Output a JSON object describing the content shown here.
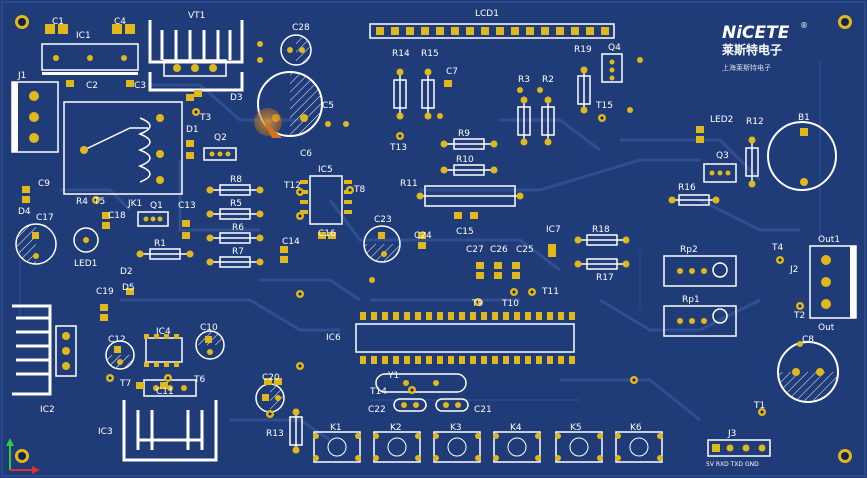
{
  "logo": {
    "brand": "NiCETE",
    "registered": "®",
    "cn_name": "莱斯特电子",
    "subtitle": "上海莱斯特电子"
  },
  "colors": {
    "board": "#1f3b78",
    "board_edge": "#2a4a8c",
    "trace": "#3c5d9d",
    "silk": "#ffffff",
    "pad": "#e0b81c",
    "hole": "#1a2d5c",
    "highlight": "#d9912a"
  },
  "labels": [
    {
      "id": "c1",
      "text": "C1"
    },
    {
      "id": "c4",
      "text": "C4"
    },
    {
      "id": "ic1",
      "text": "IC1"
    },
    {
      "id": "vt1",
      "text": "VT1"
    },
    {
      "id": "c28",
      "text": "C28"
    },
    {
      "id": "lcd1",
      "text": "LCD1"
    },
    {
      "id": "j1",
      "text": "J1"
    },
    {
      "id": "c2",
      "text": "C2"
    },
    {
      "id": "c3",
      "text": "C3"
    },
    {
      "id": "d3",
      "text": "D3"
    },
    {
      "id": "t3",
      "text": "T3"
    },
    {
      "id": "c5",
      "text": "C5"
    },
    {
      "id": "d1",
      "text": "D1"
    },
    {
      "id": "q2",
      "text": "Q2"
    },
    {
      "id": "c6",
      "text": "C6"
    },
    {
      "id": "r14",
      "text": "R14"
    },
    {
      "id": "r15",
      "text": "R15"
    },
    {
      "id": "c7",
      "text": "C7"
    },
    {
      "id": "r19",
      "text": "R19"
    },
    {
      "id": "q4",
      "text": "Q4"
    },
    {
      "id": "r3",
      "text": "R3"
    },
    {
      "id": "r2",
      "text": "R2"
    },
    {
      "id": "t15",
      "text": "T15"
    },
    {
      "id": "led2",
      "text": "LED2"
    },
    {
      "id": "r12",
      "text": "R12"
    },
    {
      "id": "b1",
      "text": "B1"
    },
    {
      "id": "t13",
      "text": "T13"
    },
    {
      "id": "r9",
      "text": "R9"
    },
    {
      "id": "r10",
      "text": "R10"
    },
    {
      "id": "q3",
      "text": "Q3"
    },
    {
      "id": "c9",
      "text": "C9"
    },
    {
      "id": "d4",
      "text": "D4"
    },
    {
      "id": "r8",
      "text": "R8"
    },
    {
      "id": "ic5",
      "text": "IC5"
    },
    {
      "id": "t12",
      "text": "T12"
    },
    {
      "id": "t8",
      "text": "T8"
    },
    {
      "id": "r11",
      "text": "R11"
    },
    {
      "id": "r16",
      "text": "R16"
    },
    {
      "id": "c17",
      "text": "C17"
    },
    {
      "id": "r4",
      "text": "R4"
    },
    {
      "id": "t5",
      "text": "T5"
    },
    {
      "id": "c18",
      "text": "C18"
    },
    {
      "id": "c13",
      "text": "C13"
    },
    {
      "id": "r5",
      "text": "R5"
    },
    {
      "id": "jk1",
      "text": "JK1"
    },
    {
      "id": "q1",
      "text": "Q1"
    },
    {
      "id": "c16",
      "text": "C16"
    },
    {
      "id": "c23",
      "text": "C23"
    },
    {
      "id": "c15",
      "text": "C15"
    },
    {
      "id": "c24",
      "text": "C24"
    },
    {
      "id": "ic7",
      "text": "IC7"
    },
    {
      "id": "r18",
      "text": "R18"
    },
    {
      "id": "rp2",
      "text": "Rp2"
    },
    {
      "id": "t4",
      "text": "T4"
    },
    {
      "id": "out1",
      "text": "Out1"
    },
    {
      "id": "r6",
      "text": "R6"
    },
    {
      "id": "c14",
      "text": "C14"
    },
    {
      "id": "led1",
      "text": "LED1"
    },
    {
      "id": "r1",
      "text": "R1"
    },
    {
      "id": "r7",
      "text": "R7"
    },
    {
      "id": "c27",
      "text": "C27"
    },
    {
      "id": "c26",
      "text": "C26"
    },
    {
      "id": "c25",
      "text": "C25"
    },
    {
      "id": "j2",
      "text": "J2"
    },
    {
      "id": "d2",
      "text": "D2"
    },
    {
      "id": "r17",
      "text": "R17"
    },
    {
      "id": "c19",
      "text": "C19"
    },
    {
      "id": "d5",
      "text": "D5"
    },
    {
      "id": "t9",
      "text": "T9"
    },
    {
      "id": "t10",
      "text": "T10"
    },
    {
      "id": "t11",
      "text": "T11"
    },
    {
      "id": "rp1",
      "text": "Rp1"
    },
    {
      "id": "t2",
      "text": "T2"
    },
    {
      "id": "out",
      "text": "Out"
    },
    {
      "id": "ic4",
      "text": "IC4"
    },
    {
      "id": "c10",
      "text": "C10"
    },
    {
      "id": "c12",
      "text": "C12"
    },
    {
      "id": "ic6",
      "text": "IC6"
    },
    {
      "id": "c8",
      "text": "C8"
    },
    {
      "id": "t7",
      "text": "T7"
    },
    {
      "id": "t6",
      "text": "T6"
    },
    {
      "id": "c11",
      "text": "C11"
    },
    {
      "id": "y1",
      "text": "Y1"
    },
    {
      "id": "c20",
      "text": "C20"
    },
    {
      "id": "t14",
      "text": "T14"
    },
    {
      "id": "ic2",
      "text": "IC2"
    },
    {
      "id": "c22",
      "text": "C22"
    },
    {
      "id": "c21",
      "text": "C21"
    },
    {
      "id": "t1",
      "text": "T1"
    },
    {
      "id": "r13",
      "text": "R13"
    },
    {
      "id": "ic3",
      "text": "IC3"
    },
    {
      "id": "k1",
      "text": "K1"
    },
    {
      "id": "k2",
      "text": "K2"
    },
    {
      "id": "k3",
      "text": "K3"
    },
    {
      "id": "k4",
      "text": "K4"
    },
    {
      "id": "k5",
      "text": "K5"
    },
    {
      "id": "k6",
      "text": "K6"
    },
    {
      "id": "j3",
      "text": "J3"
    }
  ],
  "j3_pins": "5V RXD TXD GND"
}
